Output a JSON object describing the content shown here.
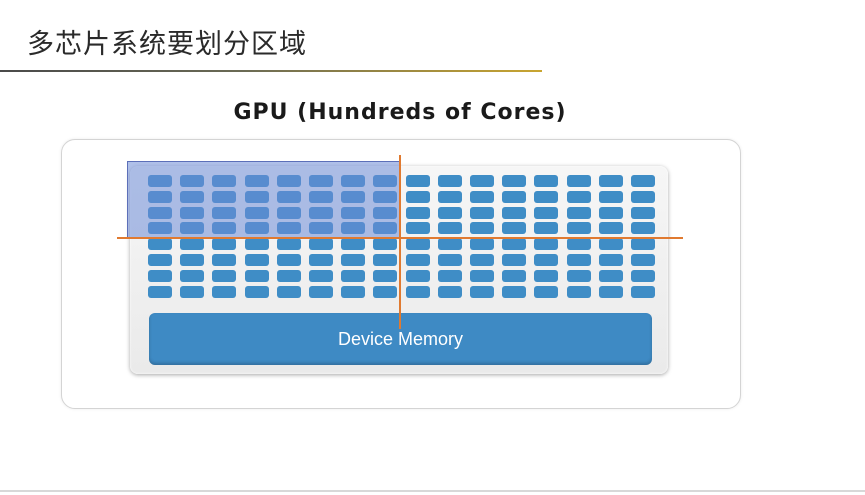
{
  "slide": {
    "title": "多芯片系统要划分区域"
  },
  "diagram": {
    "title": "GPU (Hundreds of  Cores)",
    "memory_label": "Device Memory",
    "core_grid": {
      "columns": 16,
      "rows": 8
    },
    "colors": {
      "core": "#3f8dc6",
      "memory": "#3e8ac4",
      "highlight": "#6e8cd7",
      "divider_lines": "#e07a30"
    }
  }
}
